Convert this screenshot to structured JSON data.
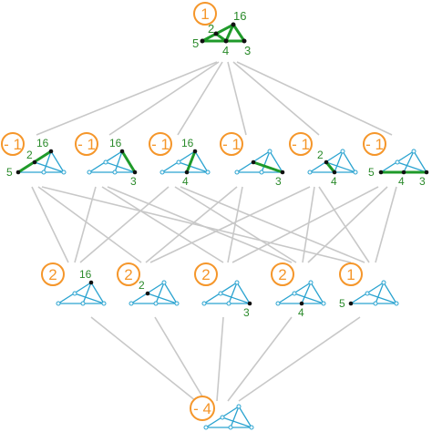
{
  "nodes": {
    "top": {
      "coef": "1",
      "labels": {
        "a": "16",
        "b": "2",
        "c": "5",
        "d": "4",
        "e": "3"
      }
    },
    "r1": [
      {
        "coef": "- 1",
        "labels": [
          "16",
          "2",
          "5"
        ]
      },
      {
        "coef": "- 1",
        "labels": [
          "16",
          "3"
        ]
      },
      {
        "coef": "- 1",
        "labels": [
          "16",
          "4"
        ]
      },
      {
        "coef": "- 1",
        "labels": [
          "3"
        ]
      },
      {
        "coef": "- 1",
        "labels": [
          "2",
          "4"
        ]
      },
      {
        "coef": "- 1",
        "labels": [
          "5",
          "4",
          "3"
        ]
      }
    ],
    "r2": [
      {
        "coef": "2",
        "labels": [
          "16"
        ]
      },
      {
        "coef": "2",
        "labels": [
          "2"
        ]
      },
      {
        "coef": "2",
        "labels": [
          "3"
        ]
      },
      {
        "coef": "2",
        "labels": [
          "4"
        ]
      },
      {
        "coef": "1",
        "labels": [
          "5"
        ]
      }
    ],
    "bottom": {
      "coef": "- 4"
    }
  },
  "colors": {
    "coefficient": "#f5962a",
    "triangle": "#2aa3d0",
    "highlight": "#1f9a2a",
    "label": "#2a8a2a",
    "edge": "#c8c8c8"
  }
}
